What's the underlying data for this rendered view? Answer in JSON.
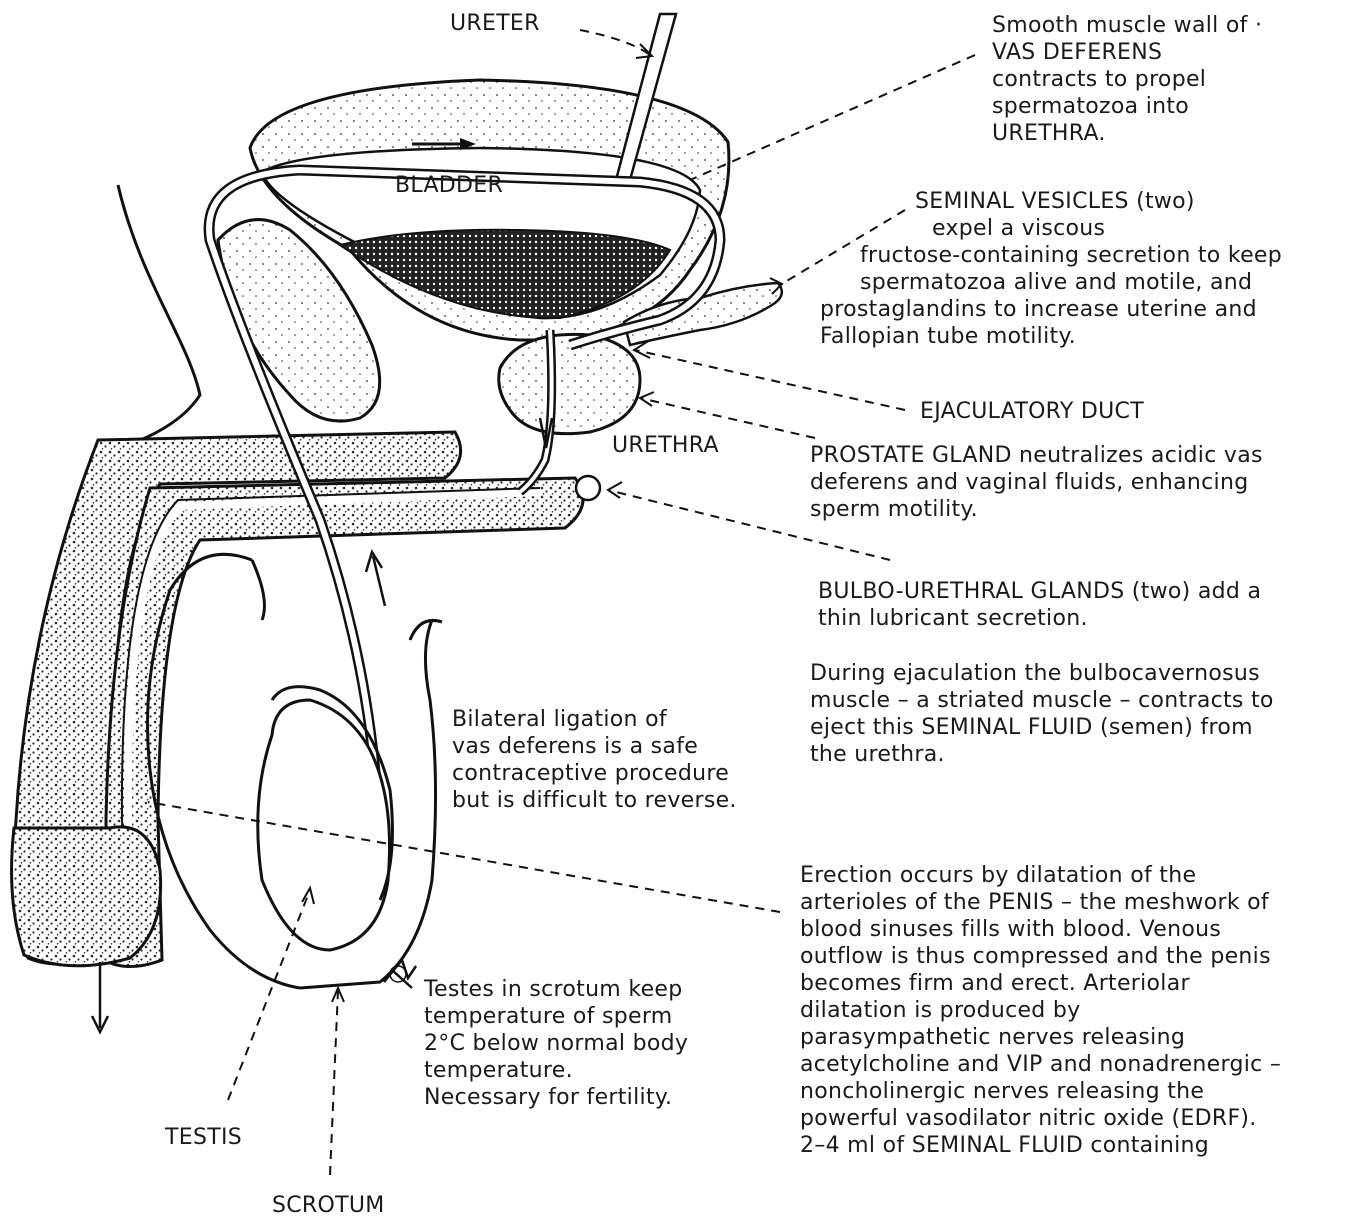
{
  "colors": {
    "ink": "#1a1a1a",
    "background": "#ffffff",
    "stipple": "#2b2b2b"
  },
  "labels": {
    "ureter": "URETER",
    "bladder": "BLADDER",
    "urethra": "URETHRA",
    "ejaculatory_duct": "EJACULATORY DUCT",
    "testis": "TESTIS",
    "scrotum": "SCROTUM"
  },
  "annotations": {
    "vas_deferens": [
      "Smooth muscle wall of ·",
      "VAS DEFERENS",
      "contracts to propel",
      "spermatozoa into",
      "URETHRA."
    ],
    "seminal_vesicles": [
      "SEMINAL VESICLES (two)",
      "expel a viscous",
      "fructose-containing secretion to keep",
      "spermatozoa alive and motile, and",
      "prostaglandins to increase uterine and",
      "Fallopian tube motility."
    ],
    "prostate": [
      "PROSTATE GLAND neutralizes acidic vas",
      "deferens and vaginal fluids, enhancing",
      "sperm motility."
    ],
    "bulbo_urethral": [
      "BULBO-URETHRAL GLANDS (two) add a",
      "thin lubricant secretion."
    ],
    "ejaculation": [
      "During ejaculation the bulbocavernosus",
      "muscle – a striated muscle – contracts to",
      "eject this SEMINAL FLUID (semen) from",
      "the urethra."
    ],
    "ligation": [
      "Bilateral ligation of",
      "vas deferens is a safe",
      "contraceptive procedure",
      "but is difficult to reverse."
    ],
    "erection": [
      "Erection occurs by dilatation of the",
      "arterioles of the PENIS – the meshwork of",
      "blood sinuses fills with blood. Venous",
      "outflow is thus compressed and the penis",
      "becomes firm and erect. Arteriolar",
      "dilatation is produced by",
      "parasympathetic nerves releasing",
      "acetylcholine and VIP and nonadrenergic –",
      "noncholinergic nerves releasing the",
      "powerful vasodilator nitric oxide (EDRF).",
      "2–4 ml of SEMINAL FLUID containing"
    ],
    "testes_temperature": [
      "Testes in scrotum keep",
      "temperature of sperm",
      "2°C below normal body",
      "temperature.",
      "Necessary for fertility."
    ]
  }
}
